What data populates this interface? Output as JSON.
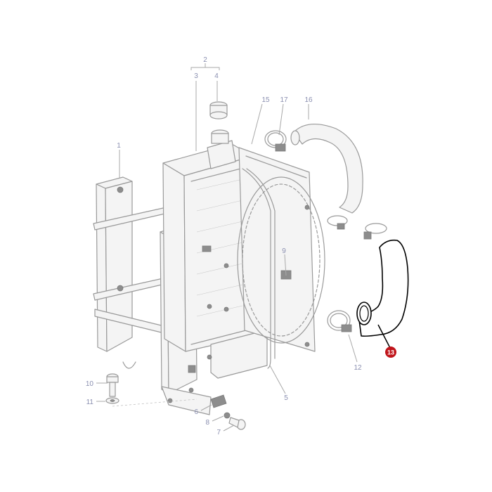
{
  "diagram": {
    "type": "exploded-parts-diagram",
    "subject": "radiator assembly",
    "highlight_color": "#c0141a",
    "line_color": "#9a9a9a",
    "label_color": "#8a8fb0",
    "callouts": [
      {
        "id": "1",
        "label": "1"
      },
      {
        "id": "2",
        "label": "2"
      },
      {
        "id": "3",
        "label": "3"
      },
      {
        "id": "4",
        "label": "4"
      },
      {
        "id": "5",
        "label": "5"
      },
      {
        "id": "6",
        "label": "6"
      },
      {
        "id": "7",
        "label": "7"
      },
      {
        "id": "8",
        "label": "8"
      },
      {
        "id": "9",
        "label": "9"
      },
      {
        "id": "10",
        "label": "10"
      },
      {
        "id": "11",
        "label": "11"
      },
      {
        "id": "12",
        "label": "12"
      },
      {
        "id": "13",
        "label": "13",
        "highlighted": true
      },
      {
        "id": "15",
        "label": "15"
      },
      {
        "id": "16",
        "label": "16"
      },
      {
        "id": "17",
        "label": "17"
      }
    ]
  }
}
